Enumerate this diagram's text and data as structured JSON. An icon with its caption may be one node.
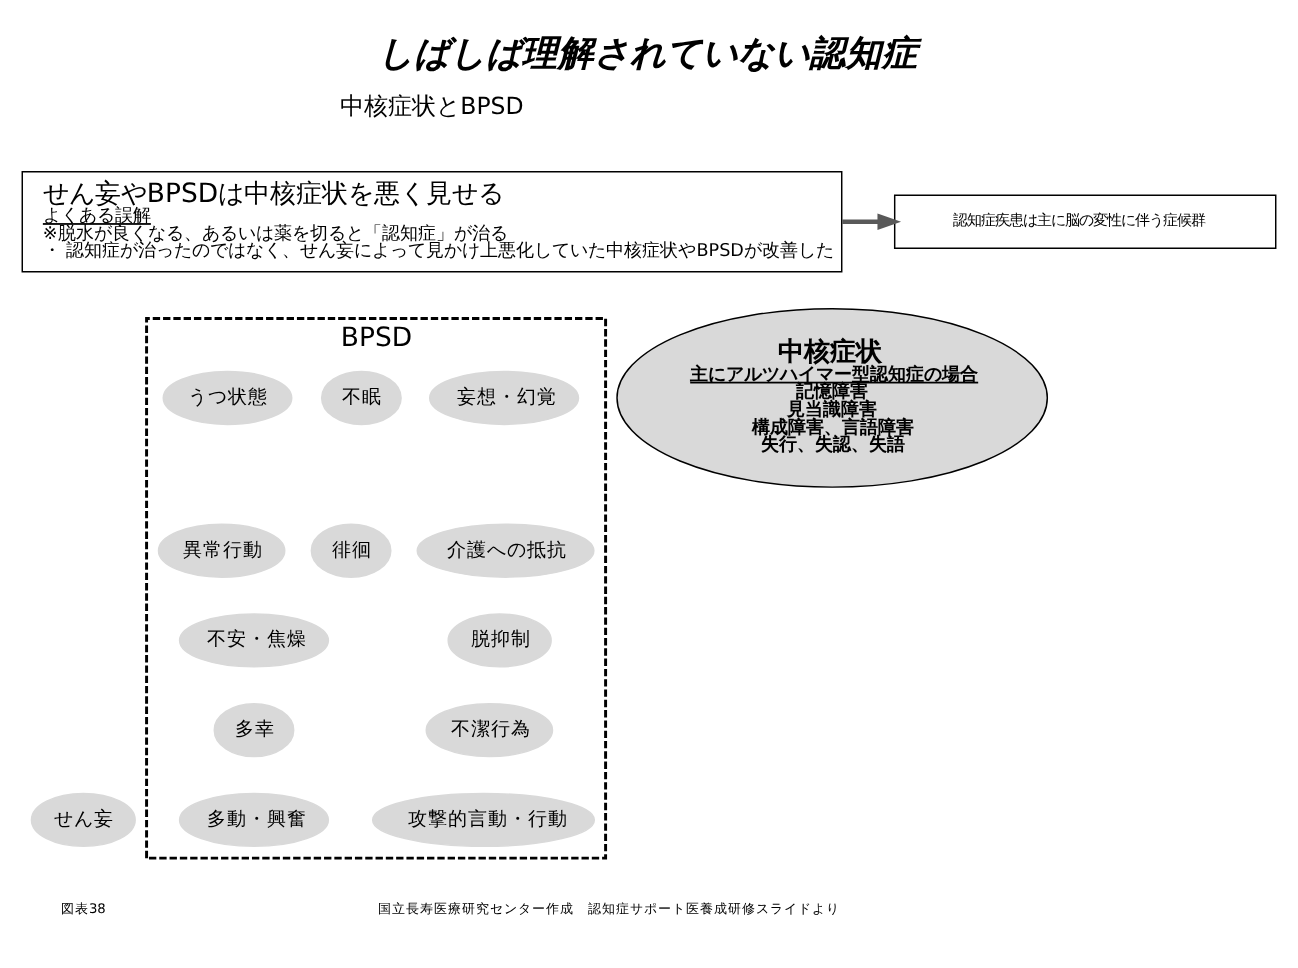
{
  "diagram": {
    "title": "しばしば理解されていない認知症",
    "nodes": [
      {
        "text": [
          "せん妄やBPSDは中核症状を悪く見せる",
          "よくある誤解",
          "※脱水が良くなる、あるいは薬を切ると「認知症」が治る",
          "・ 認知症が治ったのではなく、せん妄によって見かけ上悪化していた中核症状やBPSDが改善した"
        ]
      },
      {
        "text": [
          "認知症疾患は主に脳の変性に伴う症候群"
        ]
      },
      {
        "text": [
          "中核症状",
          "主にアルツハイマー型認知症の場合",
          "記憶障害",
          "見当識障害",
          "構成障害、言語障害",
          "失行、失認、失語"
        ]
      },
      {
        "text": [
          "BPSD"
        ]
      },
      {
        "text": [
          "妄想・幻覚"
        ],
        "in": 3
      },
      {
        "text": [
          "不眠"
        ],
        "in": 3
      },
      {
        "text": [
          "介護への抵抗"
        ],
        "in": 3
      },
      {
        "text": [
          "徘徊"
        ],
        "in": 3
      },
      {
        "text": [
          "うつ状態"
        ],
        "in": 3
      },
      {
        "text": [
          "異常行動"
        ],
        "in": 3
      },
      {
        "text": [
          "脱抑制"
        ],
        "in": 3
      },
      {
        "text": [
          "不安・焦燥"
        ],
        "in": 3
      },
      {
        "text": [
          "不潔行為"
        ],
        "in": 3
      },
      {
        "text": [
          "多幸"
        ],
        "in": 3
      },
      {
        "text": [
          "攻撃的言動・行動"
        ],
        "in": 3
      },
      {
        "text": [
          "多動・興奮"
        ],
        "in": 3
      },
      {
        "text": [
          "せん妄"
        ]
      }
    ],
    "edges": [
      {
        "from": 0,
        "to": 1,
        "arrow": "to",
        "color": "#595959"
      }
    ],
    "labels": [
      "中核症状とBPSD",
      "国立長寿医療研究センター作成　認知症サポート医養成研修スライドより",
      "図表38"
    ]
  }
}
